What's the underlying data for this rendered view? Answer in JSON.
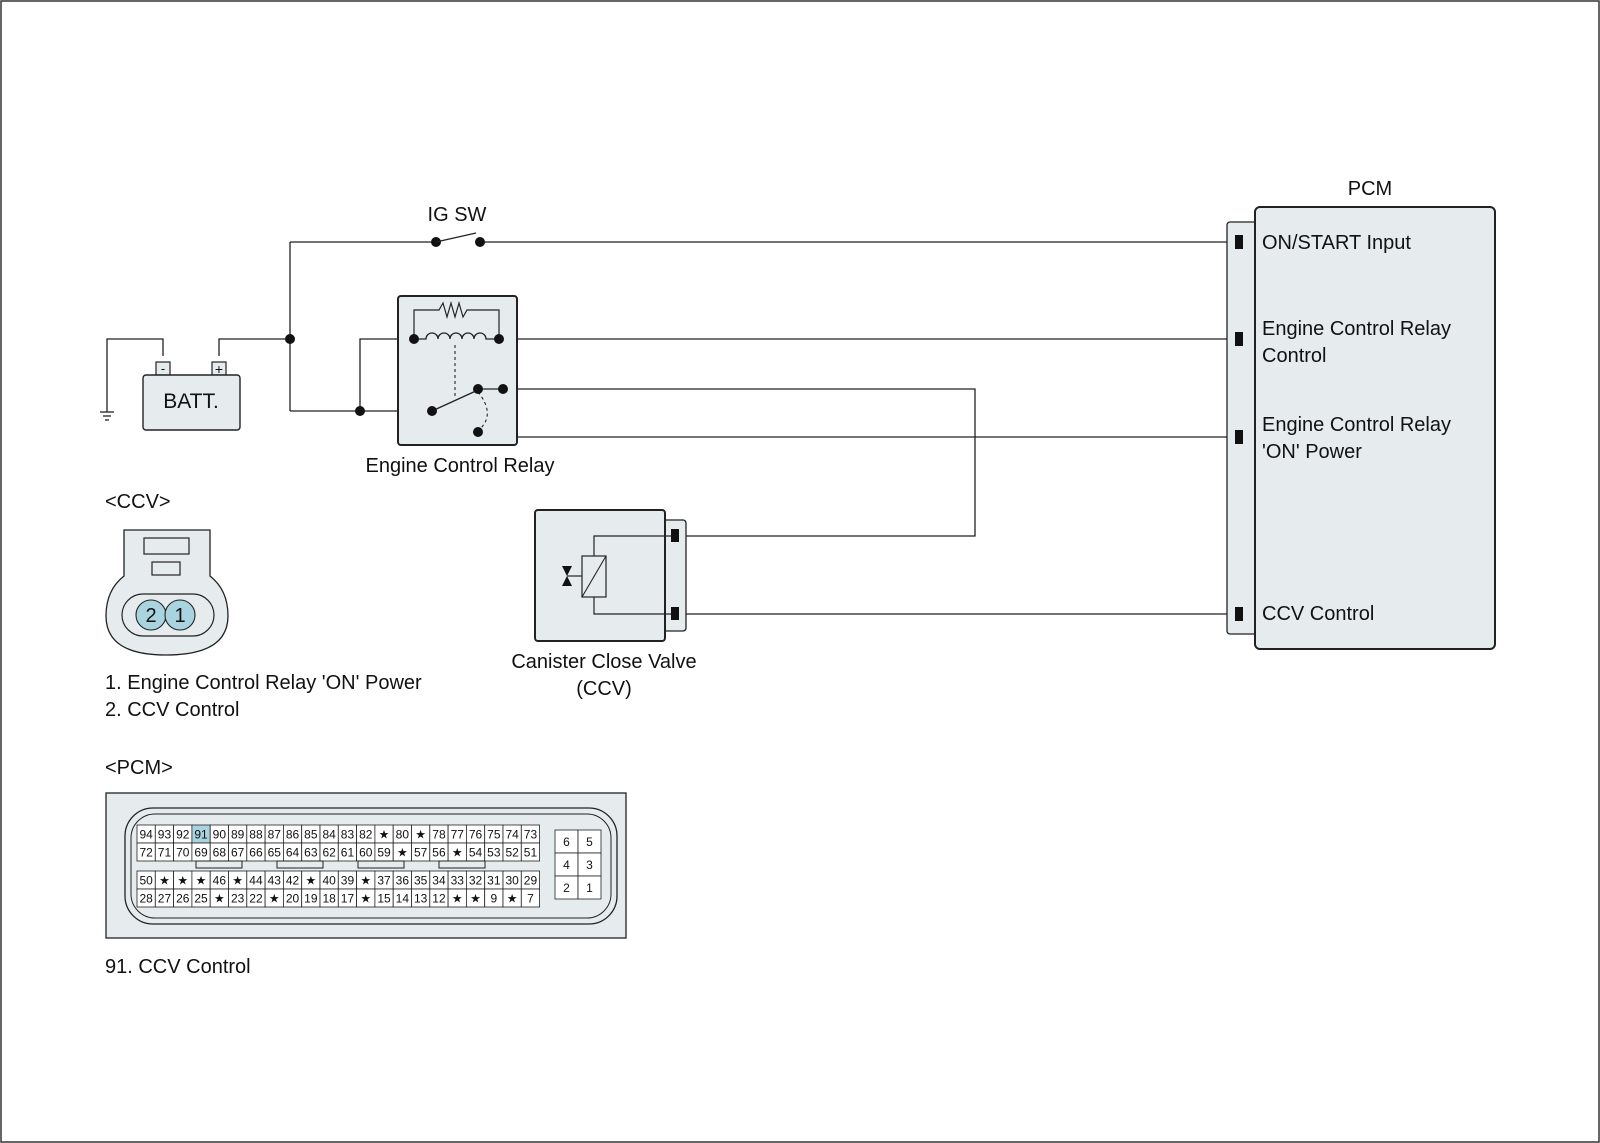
{
  "ig_sw_label": "IG SW",
  "battery": {
    "label": "BATT.",
    "minus": "-",
    "plus": "+"
  },
  "relay_label": "Engine Control Relay",
  "pcm": {
    "title": "PCM",
    "terminals": [
      "ON/START Input",
      "Engine Control Relay",
      "Control",
      "Engine Control Relay",
      "'ON' Power",
      "CCV Control"
    ]
  },
  "ccv_component": {
    "line1": "Canister Close Valve",
    "line2": "(CCV)"
  },
  "ccv_connector": {
    "title": "<CCV>",
    "pin_labels": [
      "2",
      "1"
    ],
    "legend": [
      "1. Engine Control Relay 'ON' Power",
      "2. CCV Control"
    ]
  },
  "pcm_connector": {
    "title": "<PCM>",
    "highlighted_pin": "91",
    "rows": [
      [
        "94",
        "93",
        "92",
        "91",
        "90",
        "89",
        "88",
        "87",
        "86",
        "85",
        "84",
        "83",
        "82",
        "★",
        "80",
        "★",
        "78",
        "77",
        "76",
        "75",
        "74",
        "73"
      ],
      [
        "72",
        "71",
        "70",
        "69",
        "68",
        "67",
        "66",
        "65",
        "64",
        "63",
        "62",
        "61",
        "60",
        "59",
        "★",
        "57",
        "56",
        "★",
        "54",
        "53",
        "52",
        "51"
      ],
      [
        "50",
        "★",
        "★",
        "★",
        "46",
        "★",
        "44",
        "43",
        "42",
        "★",
        "40",
        "39",
        "★",
        "37",
        "36",
        "35",
        "34",
        "33",
        "32",
        "31",
        "30",
        "29"
      ],
      [
        "28",
        "27",
        "26",
        "25",
        "★",
        "23",
        "22",
        "★",
        "20",
        "19",
        "18",
        "17",
        "★",
        "15",
        "14",
        "13",
        "12",
        "★",
        "★",
        "9",
        "★",
        "7"
      ]
    ],
    "small_block": [
      [
        "6",
        "5"
      ],
      [
        "4",
        "3"
      ],
      [
        "2",
        "1"
      ]
    ],
    "legend": "91. CCV Control"
  },
  "colors": {
    "component_fill": "#e6ecee",
    "pin_highlight": "#a9d3de",
    "line": "#222222"
  }
}
